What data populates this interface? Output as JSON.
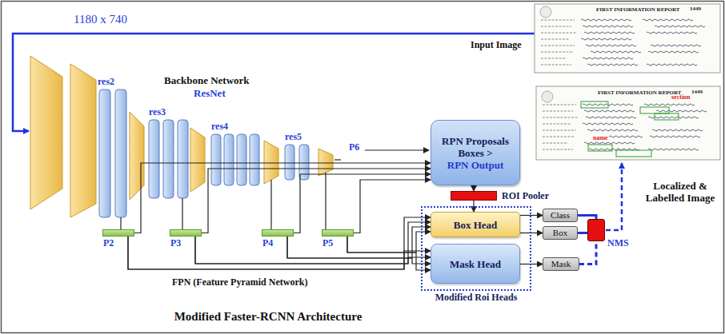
{
  "diagram": {
    "caption": "Modified Faster-RCNN Architecture",
    "nodes": [
      {
        "text": [
          "P2"
        ]
      },
      {
        "text": [
          "P3"
        ]
      },
      {
        "text": [
          "P4"
        ]
      },
      {
        "text": [
          "P5"
        ]
      },
      {
        "text": [
          "RPN Proposals Boxes >",
          "RPN Output"
        ]
      },
      {
        "text": [
          "ROI Pooler"
        ]
      },
      {
        "text": [
          "Modified Roi Heads"
        ]
      },
      {
        "text": [
          "Box Head"
        ],
        "in": 6
      },
      {
        "text": [
          "Mask Head"
        ],
        "in": 6
      },
      {
        "text": [
          "Class"
        ]
      },
      {
        "text": [
          "Box"
        ]
      },
      {
        "text": [
          "Mask"
        ]
      },
      {
        "text": [
          "NMS"
        ]
      }
    ],
    "edges": [
      {
        "from": 0,
        "to": 4,
        "arrow": "to"
      },
      {
        "from": 1,
        "to": 4,
        "arrow": "to"
      },
      {
        "from": 2,
        "to": 4,
        "arrow": "to"
      },
      {
        "from": 3,
        "to": 4,
        "arrow": "to"
      },
      {
        "from": 0,
        "to": 7,
        "arrow": "to"
      },
      {
        "from": 1,
        "to": 7,
        "arrow": "to"
      },
      {
        "from": 2,
        "to": 7,
        "arrow": "to"
      },
      {
        "from": 3,
        "to": 7,
        "arrow": "to"
      },
      {
        "from": 0,
        "to": 8,
        "arrow": "to"
      },
      {
        "from": 1,
        "to": 8,
        "arrow": "to"
      },
      {
        "from": 2,
        "to": 8,
        "arrow": "to"
      },
      {
        "from": 3,
        "to": 8,
        "arrow": "to"
      },
      {
        "from": 4,
        "to": 5,
        "arrow": "to"
      },
      {
        "from": 5,
        "to": 7,
        "arrow": "to"
      },
      {
        "from": 7,
        "to": 9,
        "arrow": "to"
      },
      {
        "from": 7,
        "to": 10,
        "arrow": "to"
      },
      {
        "from": 8,
        "to": 11,
        "arrow": "to"
      },
      {
        "from": 9,
        "to": 12,
        "arrow": "none"
      },
      {
        "from": 10,
        "to": 12,
        "arrow": "none"
      },
      {
        "from": 11,
        "to": 12,
        "arrow": "none"
      }
    ],
    "labels": [
      "1180 x 740",
      "Input Image",
      "Backbone Network",
      "ResNet",
      "res2",
      "res3",
      "res4",
      "res5",
      "P6",
      "FPN (Feature Pyramid Network)",
      "Localized & Labelled Image",
      "FIRST INFORMATION REPORT",
      "1449",
      "FIRST INFORMATION REPORT",
      "1449",
      "section",
      "name"
    ]
  }
}
